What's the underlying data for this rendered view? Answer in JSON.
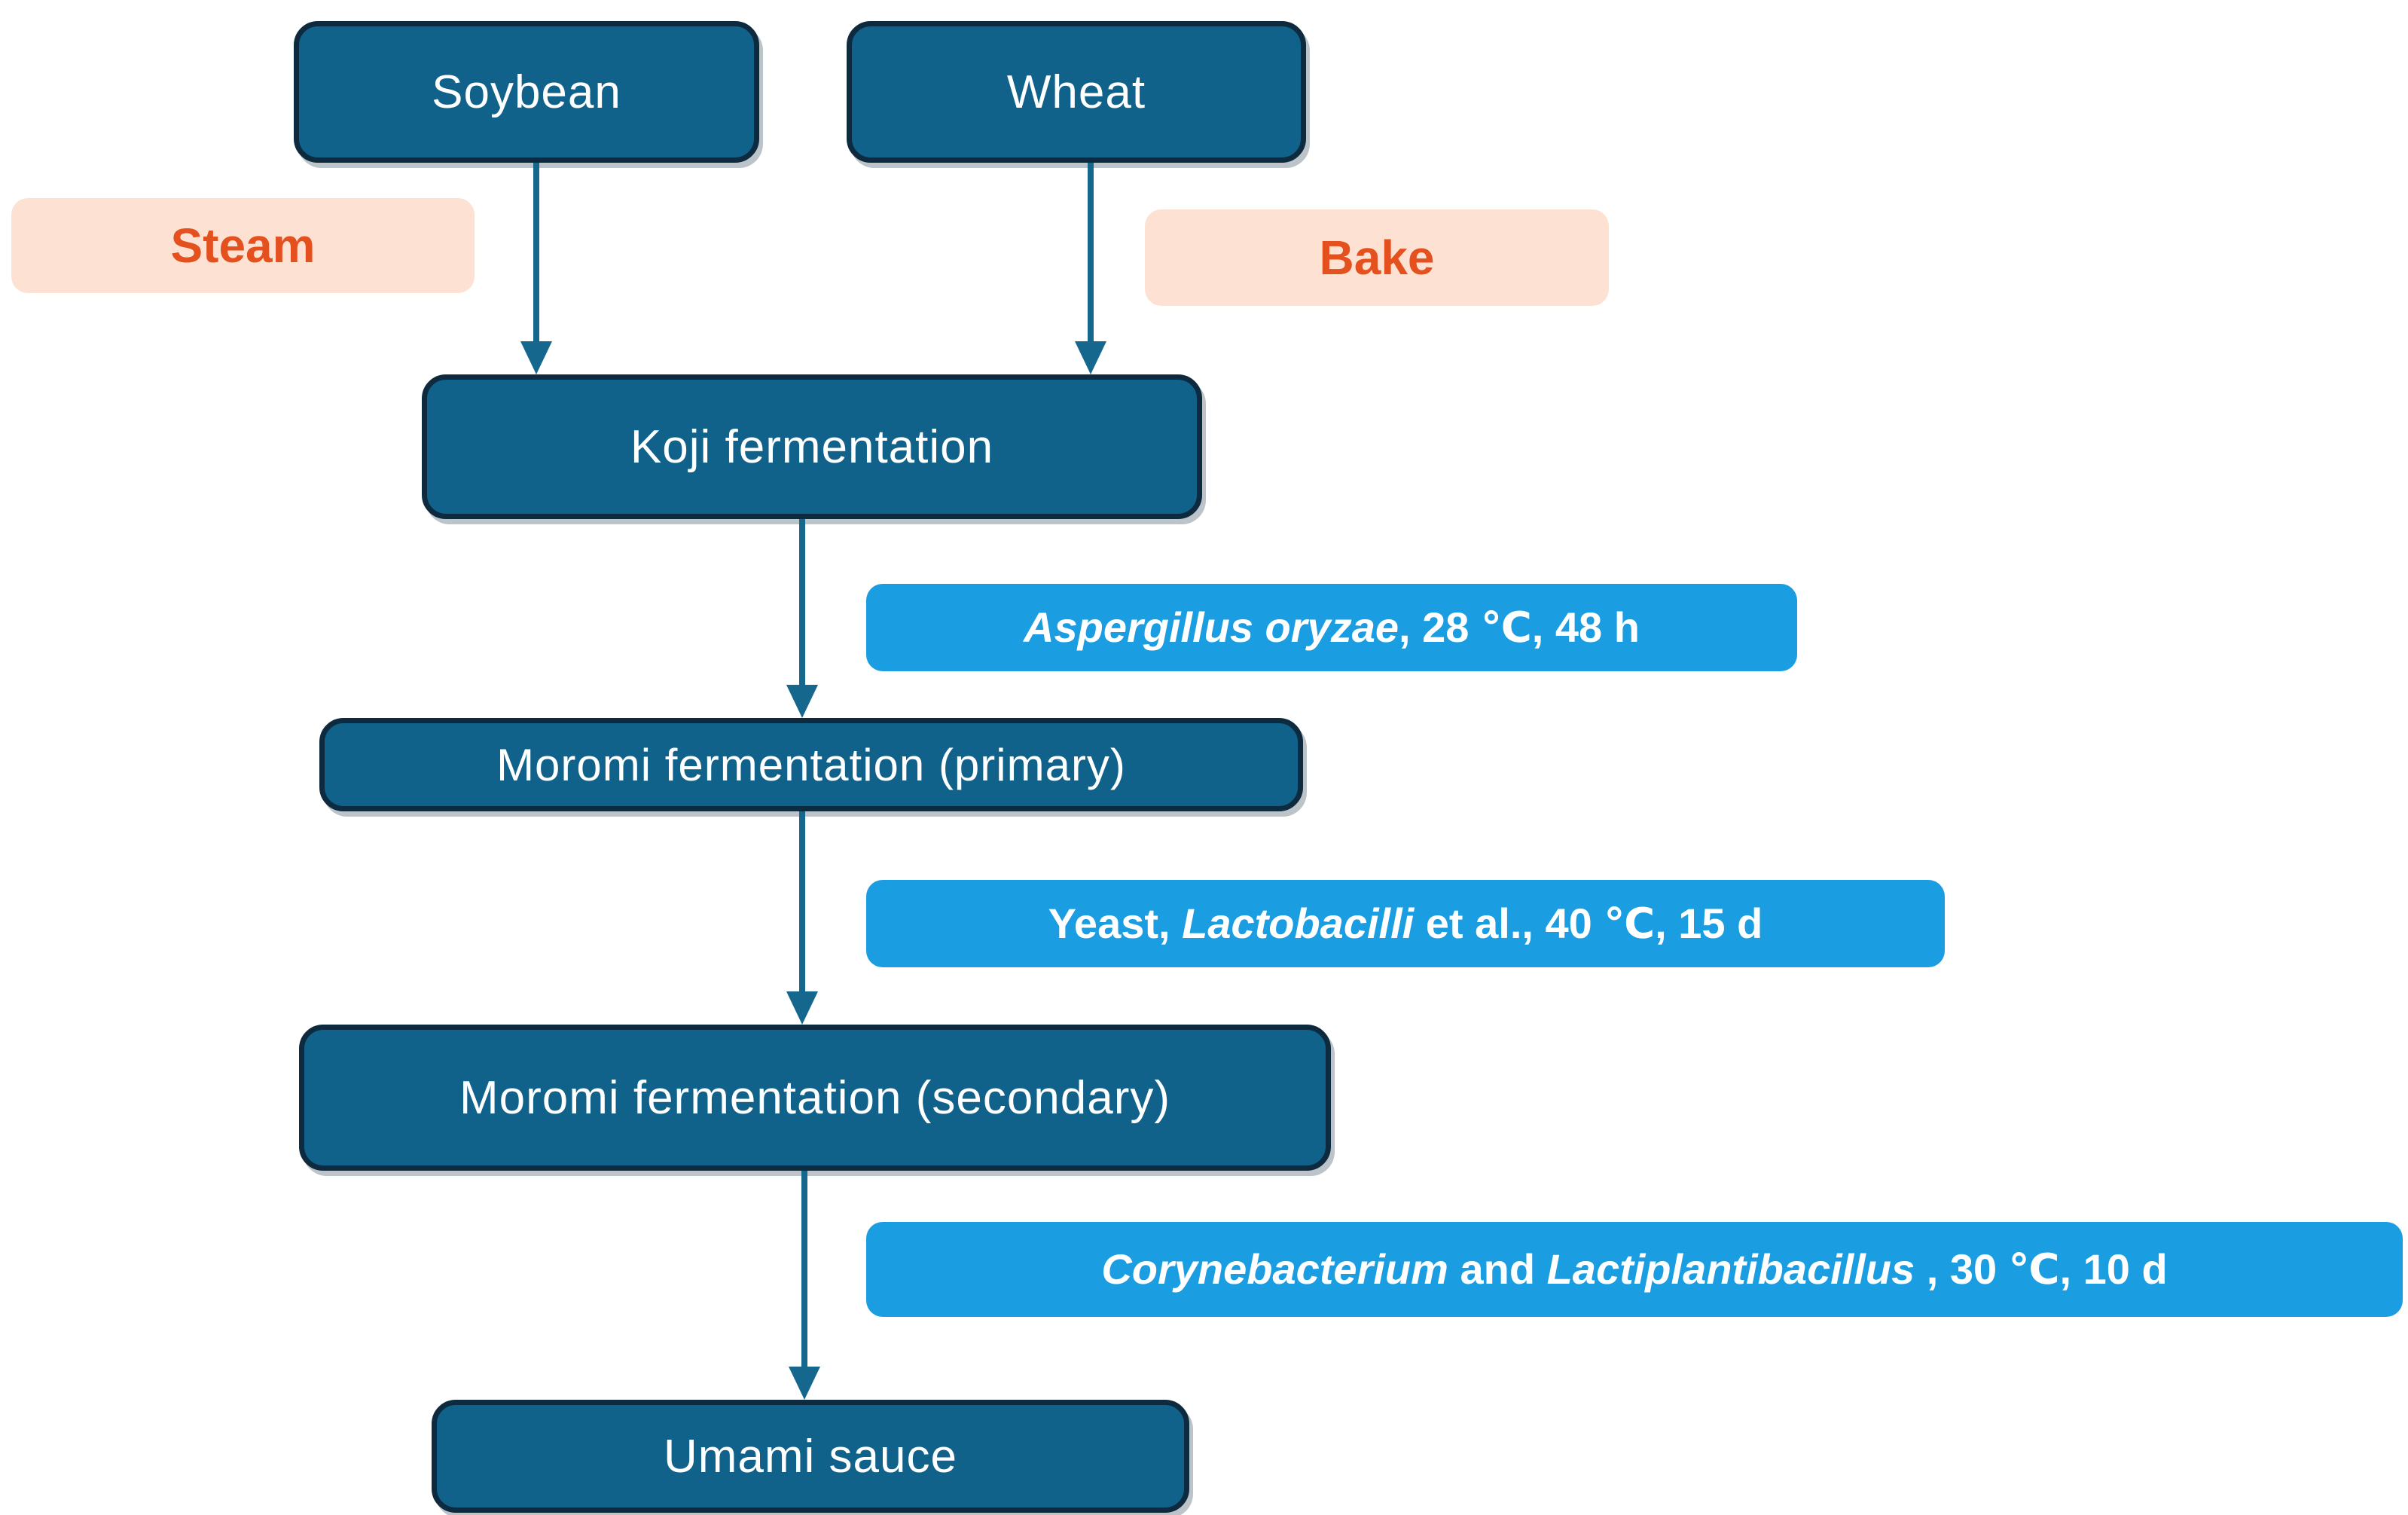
{
  "figure": {
    "type": "flowchart",
    "description": "Umami sauce fermentation process flow diagram"
  },
  "colors": {
    "node_fill": "#11628A",
    "node_border": "#0E2A3E",
    "node_text": "#FFFFFF",
    "label_fill": "#1B9DE2",
    "label_text": "#FFFFFF",
    "pretreat_fill": "#FDE2D3",
    "pretreat_text": "#E4501E",
    "arrow": "#16678E",
    "background": "#FFFFFF"
  },
  "nodes": {
    "soybean": {
      "label": "Soybean"
    },
    "wheat": {
      "label": "Wheat"
    },
    "koji": {
      "label": "Koji fermentation"
    },
    "moromi_primary": {
      "label": "Moromi fermentation (primary)"
    },
    "moromi_secondary": {
      "label": "Moromi fermentation (secondary)"
    },
    "umami": {
      "label": "Umami sauce"
    }
  },
  "pretreatments": {
    "steam": {
      "label": "Steam"
    },
    "bake": {
      "label": "Bake"
    }
  },
  "condition_labels": {
    "koji": {
      "segments": [
        {
          "text": "Aspergillus oryzae",
          "italic": true
        },
        {
          "text": ", 28 ℃, 48 h",
          "italic": false
        }
      ]
    },
    "moromi_primary": {
      "segments": [
        {
          "text": "Yeast, ",
          "italic": false
        },
        {
          "text": "Lactobacilli",
          "italic": true
        },
        {
          "text": " et al., 40 ℃, 15 d",
          "italic": false
        }
      ]
    },
    "moromi_secondary": {
      "segments": [
        {
          "text": "Corynebacterium",
          "italic": true
        },
        {
          "text": " and ",
          "italic": false
        },
        {
          "text": "Lactiplantibacillus",
          "italic": true
        },
        {
          "text": " , 30 ℃, 10 d",
          "italic": false
        }
      ]
    }
  },
  "edges": [
    {
      "from": "soybean",
      "to": "koji"
    },
    {
      "from": "wheat",
      "to": "koji"
    },
    {
      "from": "koji",
      "to": "moromi_primary"
    },
    {
      "from": "moromi_primary",
      "to": "moromi_secondary"
    },
    {
      "from": "moromi_secondary",
      "to": "umami"
    }
  ]
}
